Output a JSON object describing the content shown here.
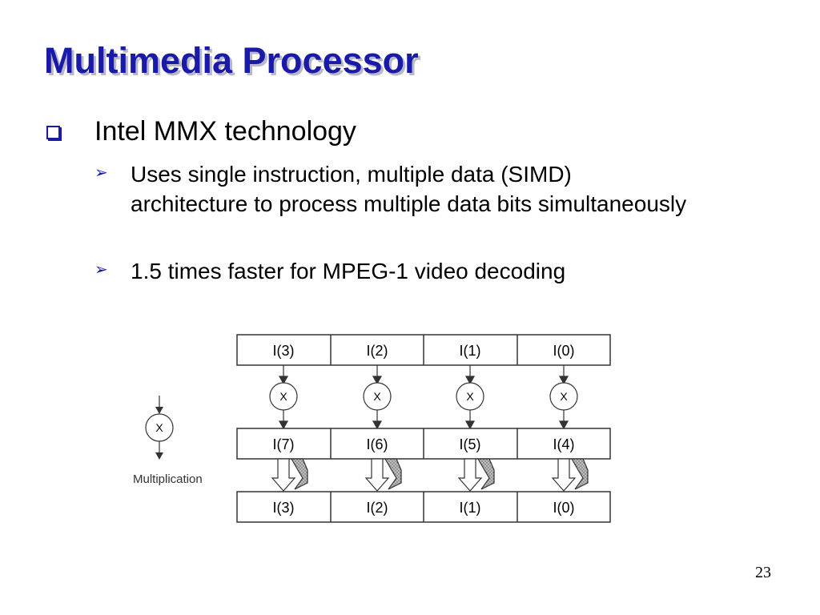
{
  "slide": {
    "title": "Multimedia Processor",
    "bullet1": "Intel MMX technology",
    "sub1": "Uses single instruction, multiple data (SIMD) architecture to process multiple data bits simultaneously",
    "sub2": "1.5 times faster for MPEG-1 video decoding",
    "page_number": "23"
  },
  "diagram": {
    "top_row": [
      "I(3)",
      "I(2)",
      "I(1)",
      "I(0)"
    ],
    "operator_symbol": "X",
    "middle_row": [
      "I(7)",
      "I(6)",
      "I(5)",
      "I(4)"
    ],
    "bottom_row": [
      "I(3)",
      "I(2)",
      "I(1)",
      "I(0)"
    ],
    "legend_symbol": "X",
    "legend_label": "Multiplication"
  },
  "colors": {
    "title": "#1a1aa8",
    "bullet": "#1a1aa8"
  }
}
